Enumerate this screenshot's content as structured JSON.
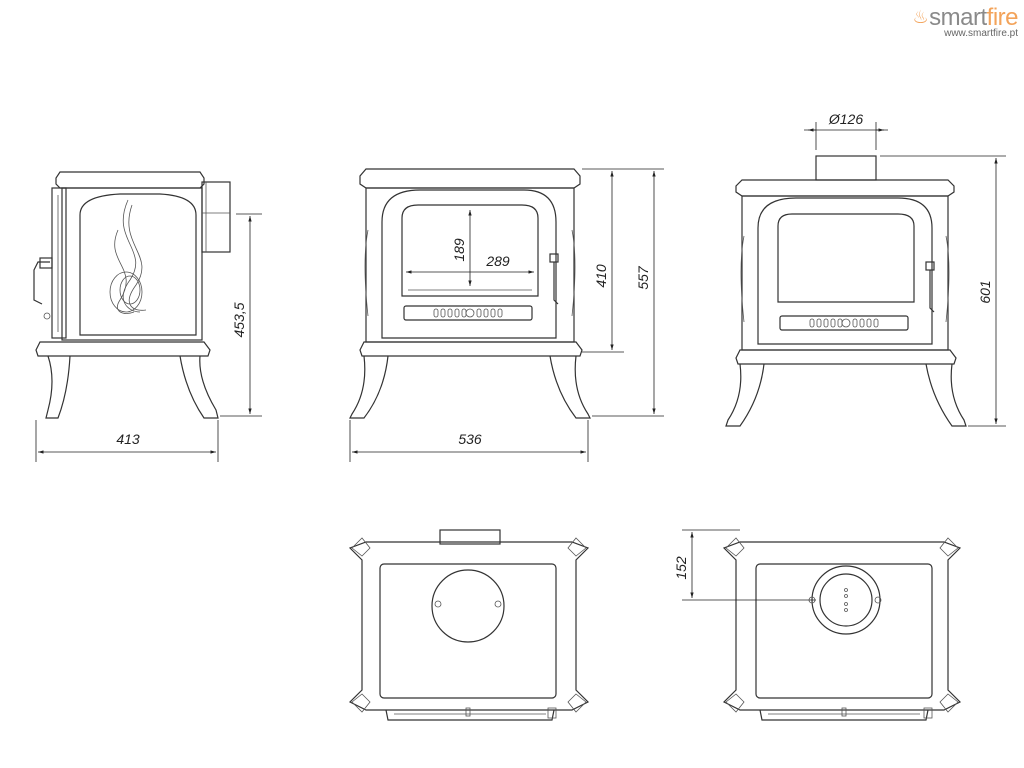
{
  "logo": {
    "brand_main": "smart",
    "brand_accent": "fire",
    "url": "www.smartfire.pt",
    "accent_color": "#f3a35a",
    "text_color": "#8a8a8a"
  },
  "dimensions": {
    "side_depth": "413",
    "side_flue_height": "453,5",
    "front_width": "536",
    "door_glass_height": "189",
    "door_glass_width": "289",
    "front_body_height": "410",
    "front_total_height": "557",
    "flue_diameter": "Ø126",
    "height_with_flue": "601",
    "flue_offset_top": "152"
  }
}
